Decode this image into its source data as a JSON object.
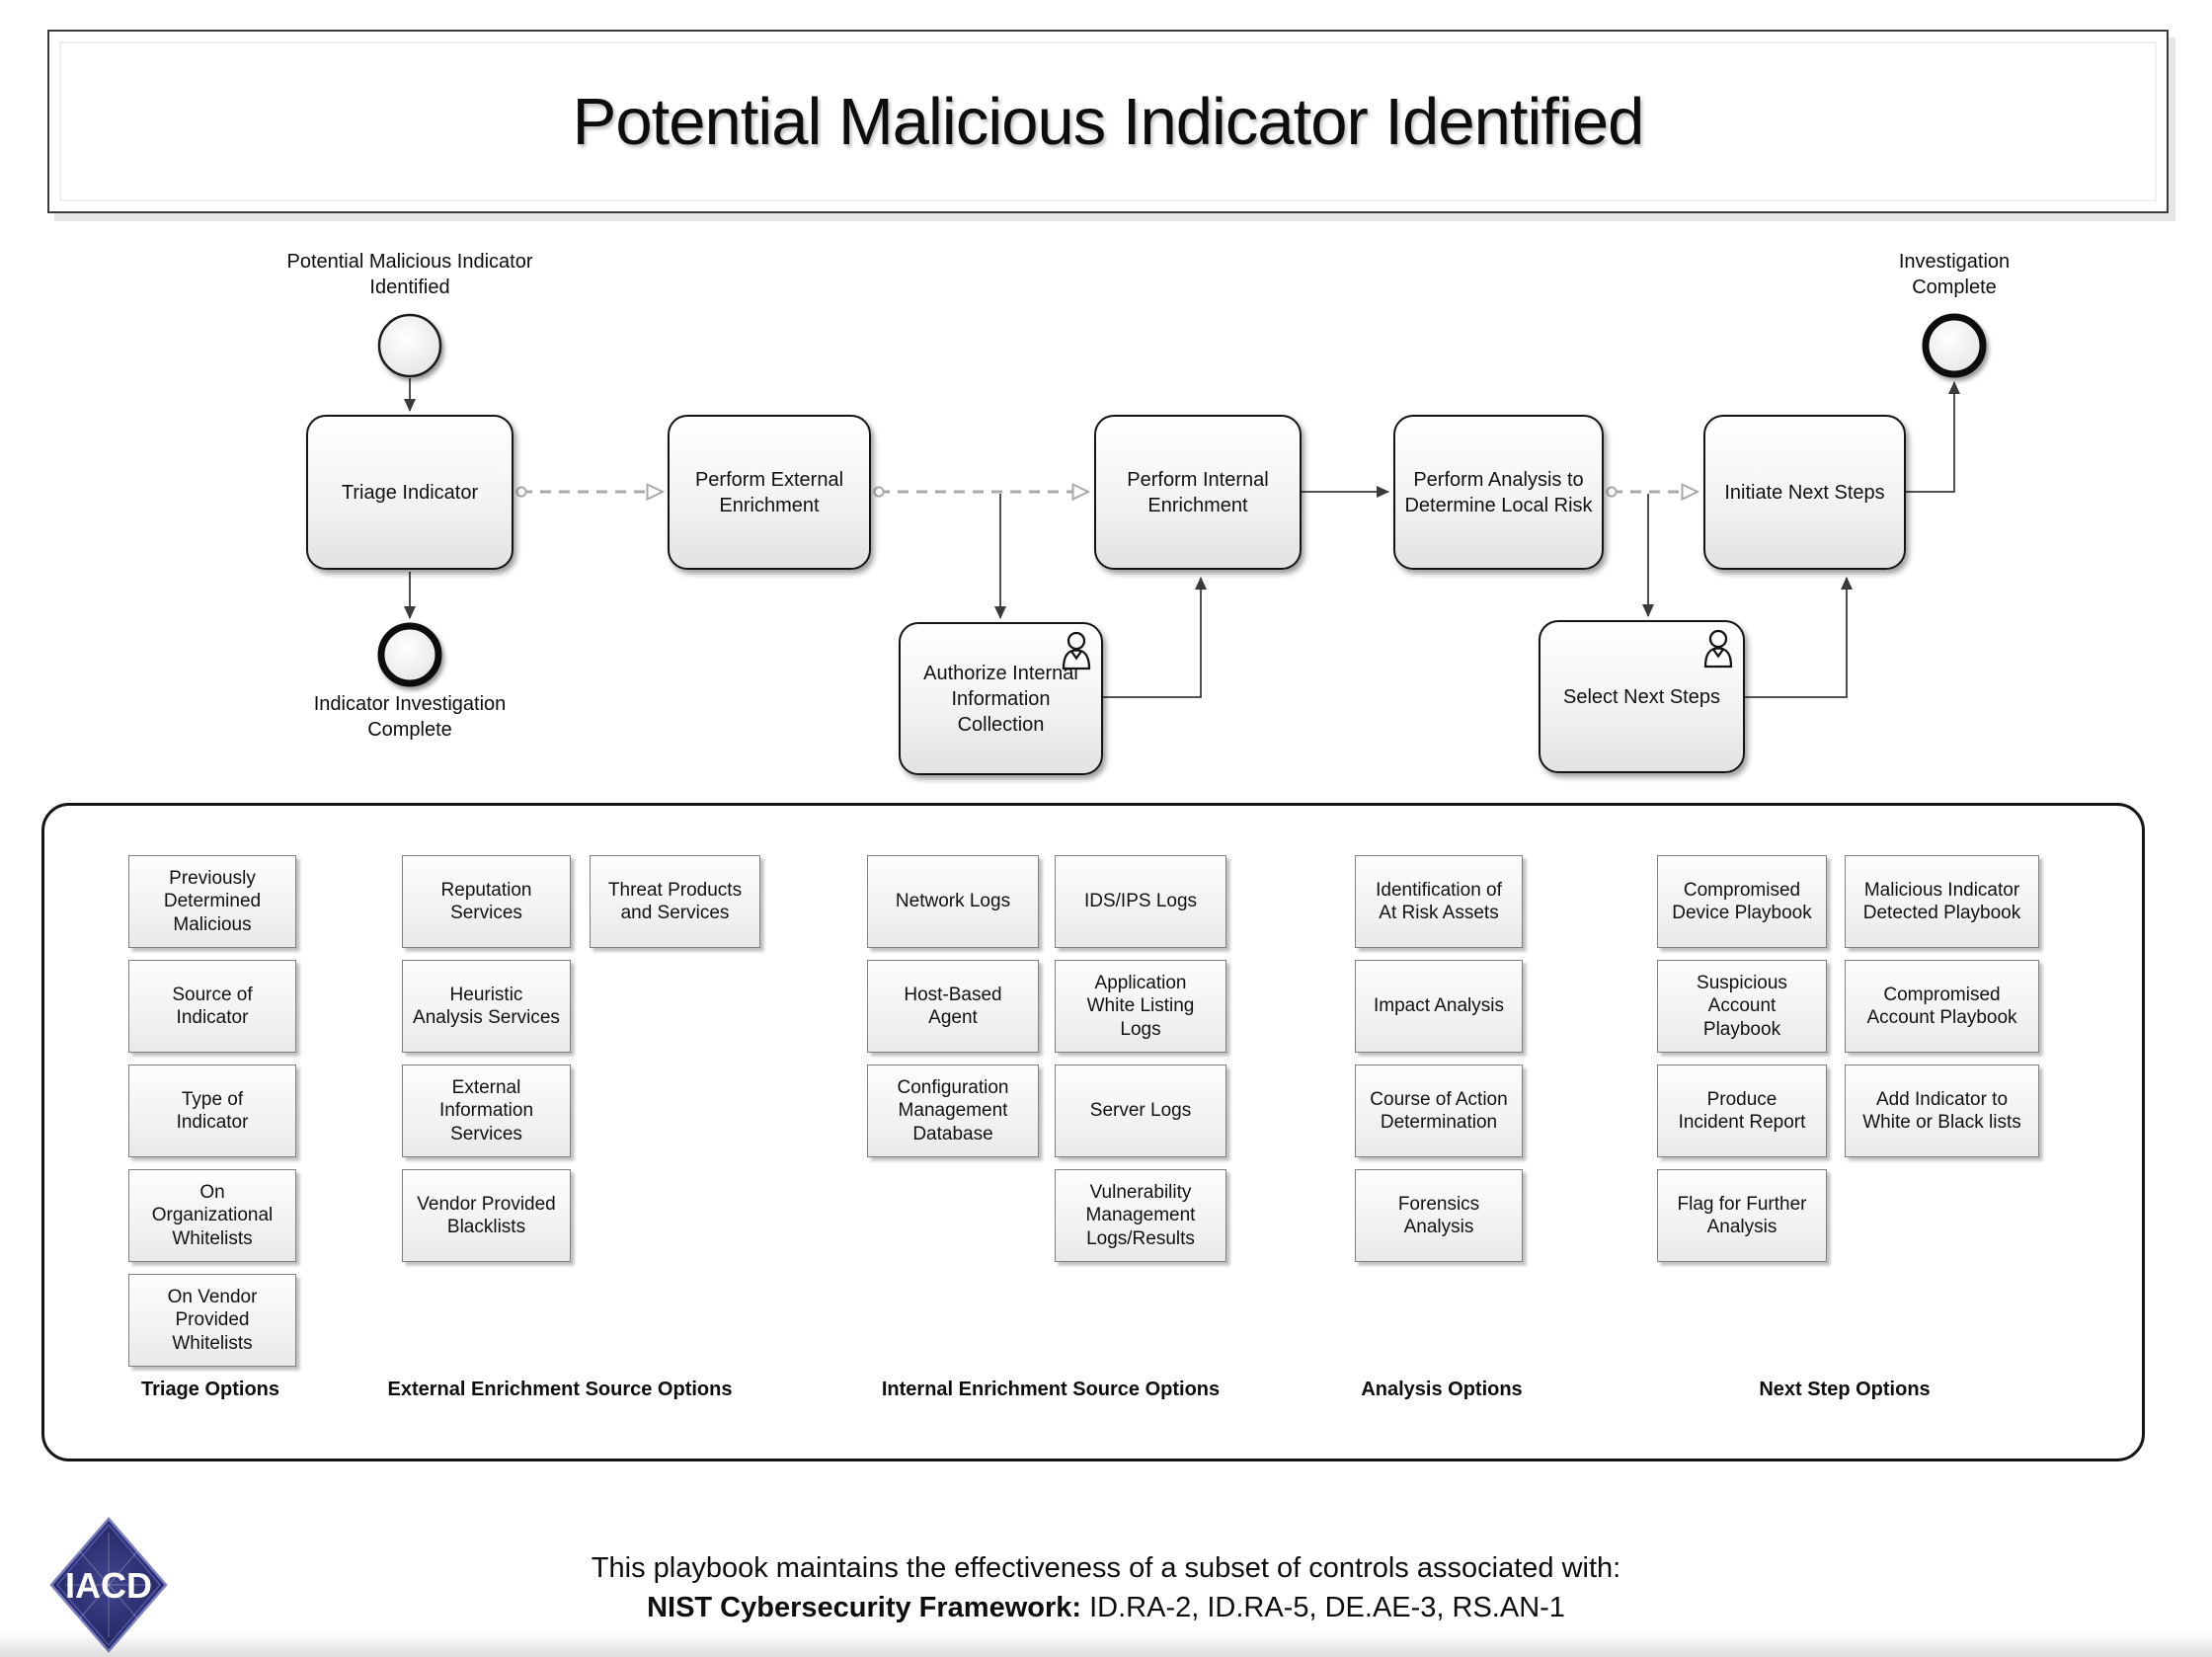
{
  "title": "Potential Malicious Indicator Identified",
  "flow": {
    "start_event": {
      "label": "Potential Malicious Indicator\nIdentified"
    },
    "end_event_indicator": {
      "label": "Indicator Investigation\nComplete"
    },
    "end_event_investigation": {
      "label": "Investigation\nComplete"
    },
    "tasks": [
      {
        "label": "Triage Indicator"
      },
      {
        "label": "Perform External\nEnrichment"
      },
      {
        "label": "Perform Internal\nEnrichment"
      },
      {
        "label": "Perform Analysis to\nDetermine Local Risk"
      },
      {
        "label": "Initiate Next Steps"
      },
      {
        "label": "Authorize Internal\nInformation\nCollection",
        "icon": "user-task-icon"
      },
      {
        "label": "Select Next Steps",
        "icon": "user-task-icon"
      }
    ]
  },
  "options": {
    "groups": [
      {
        "name": "Triage Options",
        "items": [
          "Previously\nDetermined\nMalicious",
          "Source of\nIndicator",
          "Type of\nIndicator",
          "On\nOrganizational\nWhitelists",
          "On Vendor\nProvided\nWhitelists"
        ]
      },
      {
        "name": "External Enrichment Source Options",
        "items": [
          "Reputation\nServices",
          "Threat Products\nand Services",
          "Heuristic\nAnalysis Services",
          "External\nInformation\nServices",
          "Vendor Provided\nBlacklists"
        ]
      },
      {
        "name": "Internal Enrichment Source Options",
        "items": [
          "Network Logs",
          "IDS/IPS Logs",
          "Host-Based\nAgent",
          "Application\nWhite Listing\nLogs",
          "Configuration\nManagement\nDatabase",
          "Server Logs",
          "Vulnerability\nManagement\nLogs/Results"
        ]
      },
      {
        "name": "Analysis Options",
        "items": [
          "Identification of\nAt Risk Assets",
          "Impact Analysis",
          "Course of Action\nDetermination",
          "Forensics\nAnalysis"
        ]
      },
      {
        "name": "Next Step Options",
        "items": [
          "Compromised\nDevice Playbook",
          "Malicious Indicator\nDetected Playbook",
          "Suspicious\nAccount\nPlaybook",
          "Compromised\nAccount Playbook",
          "Produce\nIncident Report",
          "Add Indicator to\nWhite or Black lists",
          "Flag for Further\nAnalysis"
        ]
      }
    ]
  },
  "footer": {
    "line1": "This playbook maintains the effectiveness of a subset of controls associated with:",
    "nist_label": "NIST Cybersecurity Framework:",
    "nist_codes": "ID.RA-2, ID.RA-5, DE.AE-3, RS.AN-1",
    "logo_text": "IACD"
  },
  "colors": {
    "logo_navy": "#2b2e6e",
    "dashed_connector": "#a9a9a9",
    "solid_connector": "#3a3a3a",
    "box_border": "#141414"
  }
}
